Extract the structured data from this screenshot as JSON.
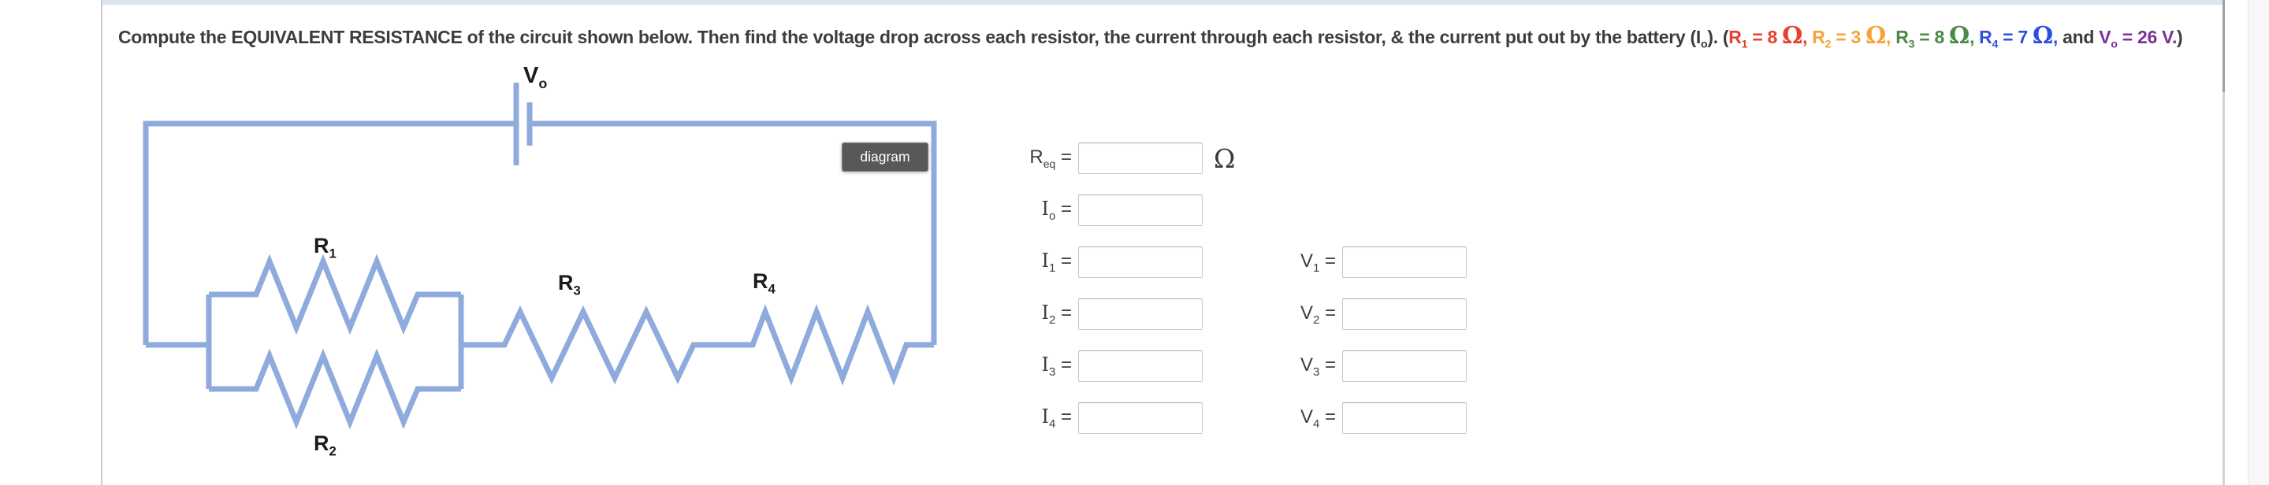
{
  "colors": {
    "dark": "#3d3d3d",
    "red": "#e8402c",
    "orange": "#f6a33c",
    "green": "#4a8a43",
    "blue": "#2d4fe0",
    "purple": "#7d3096",
    "wire": "#8faadc",
    "top_bar": "#dce6f0",
    "tooltip_bg": "#58585b"
  },
  "title": {
    "segments": [
      {
        "name": "title-text",
        "text": "Compute the ",
        "color": "dark"
      },
      {
        "name": "title-emphasis",
        "text": "EQUIVALENT RESISTANCE",
        "color": "dark"
      },
      {
        "name": "title-text",
        "text": " of the circuit shown below. Then find the voltage drop across each resistor, the current through each resistor, & the current put out by the battery (I",
        "color": "dark"
      },
      {
        "name": "title-sub",
        "text": "o",
        "color": "dark",
        "sub": true
      },
      {
        "name": "title-text",
        "text": "). (",
        "color": "dark"
      },
      {
        "name": "given-r1",
        "text": "R",
        "color": "red"
      },
      {
        "name": "given-r1-sub",
        "text": "1",
        "color": "red",
        "sub": true
      },
      {
        "name": "given-r1-value",
        "text": " = 8 ",
        "color": "red"
      },
      {
        "name": "given-r1-omega",
        "text": "Ω",
        "color": "red",
        "omega": true
      },
      {
        "name": "separator",
        "text": ", ",
        "color": "red"
      },
      {
        "name": "given-r2",
        "text": "R",
        "color": "orange"
      },
      {
        "name": "given-r2-sub",
        "text": "2",
        "color": "orange",
        "sub": true
      },
      {
        "name": "given-r2-value",
        "text": " = 3 ",
        "color": "orange"
      },
      {
        "name": "given-r2-omega",
        "text": "Ω",
        "color": "orange",
        "omega": true
      },
      {
        "name": "separator",
        "text": ", ",
        "color": "orange"
      },
      {
        "name": "given-r3",
        "text": "R",
        "color": "green"
      },
      {
        "name": "given-r3-sub",
        "text": "3",
        "color": "green",
        "sub": true
      },
      {
        "name": "given-r3-value",
        "text": " = 8 ",
        "color": "green"
      },
      {
        "name": "given-r3-omega",
        "text": "Ω",
        "color": "green",
        "omega": true
      },
      {
        "name": "separator",
        "text": ", ",
        "color": "green"
      },
      {
        "name": "given-r4",
        "text": "R",
        "color": "blue"
      },
      {
        "name": "given-r4-sub",
        "text": "4",
        "color": "blue",
        "sub": true
      },
      {
        "name": "given-r4-value",
        "text": " = 7 ",
        "color": "blue"
      },
      {
        "name": "given-r4-omega",
        "text": "Ω",
        "color": "blue",
        "omega": true
      },
      {
        "name": "separator",
        "text": ", ",
        "color": "blue"
      },
      {
        "name": "title-text",
        "text": "and ",
        "color": "dark"
      },
      {
        "name": "given-v0",
        "text": "V",
        "color": "purple"
      },
      {
        "name": "given-v0-sub",
        "text": "o",
        "color": "purple",
        "sub": true
      },
      {
        "name": "given-v0-value",
        "text": " = 26 V.",
        "color": "purple"
      },
      {
        "name": "title-text",
        "text": ")",
        "color": "dark"
      }
    ]
  },
  "circuit": {
    "tooltip": "diagram",
    "battery_label": {
      "main": "V",
      "sub": "o"
    },
    "resistor_labels": [
      {
        "main": "R",
        "sub": "1"
      },
      {
        "main": "R",
        "sub": "2"
      },
      {
        "main": "R",
        "sub": "3"
      },
      {
        "main": "R",
        "sub": "4"
      }
    ]
  },
  "form": {
    "equals": "=",
    "input_value": "",
    "input_placeholder": "",
    "left_rows": [
      {
        "name": "req",
        "var": "R",
        "sub": "eq",
        "unit": "Ω",
        "serif": false
      },
      {
        "name": "i0",
        "var": "I",
        "sub": "o",
        "serif": true
      },
      {
        "name": "i1",
        "var": "I",
        "sub": "1",
        "serif": true
      },
      {
        "name": "i2",
        "var": "I",
        "sub": "2",
        "serif": true
      },
      {
        "name": "i3",
        "var": "I",
        "sub": "3",
        "serif": true
      },
      {
        "name": "i4",
        "var": "I",
        "sub": "4",
        "serif": true
      }
    ],
    "right_rows": [
      {
        "name": "v1",
        "var": "V",
        "sub": "1",
        "serif": false
      },
      {
        "name": "v2",
        "var": "V",
        "sub": "2",
        "serif": false
      },
      {
        "name": "v3",
        "var": "V",
        "sub": "3",
        "serif": false
      },
      {
        "name": "v4",
        "var": "V",
        "sub": "4",
        "serif": false
      }
    ]
  }
}
